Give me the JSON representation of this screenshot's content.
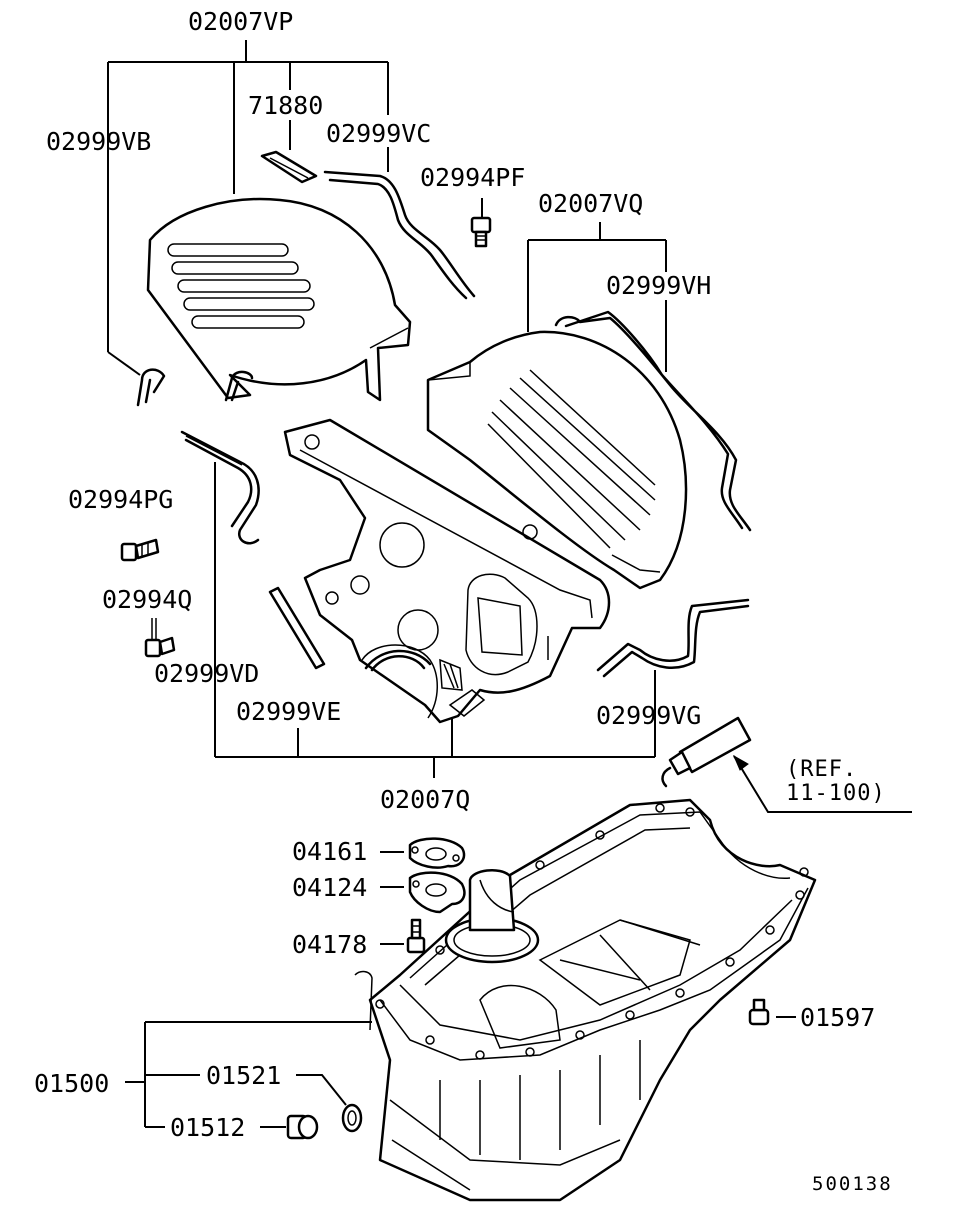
{
  "labels": {
    "l_02007VP": "02007VP",
    "l_02999VB": "02999VB",
    "l_71880": "71880",
    "l_02999VC": "02999VC",
    "l_02994PF": "02994PF",
    "l_02007VQ": "02007VQ",
    "l_02999VH": "02999VH",
    "l_02994PG": "02994PG",
    "l_02994Q": "02994Q",
    "l_02999VD": "02999VD",
    "l_02999VE": "02999VE",
    "l_02999VG": "02999VG",
    "l_02007Q": "02007Q",
    "l_ref1": "(REF.",
    "l_ref2": "11-100)",
    "l_04161": "04161",
    "l_04124": "04124",
    "l_04178": "04178",
    "l_01597": "01597",
    "l_01500": "01500",
    "l_01521": "01521",
    "l_01512": "01512",
    "l_diagram_no": "500138"
  }
}
